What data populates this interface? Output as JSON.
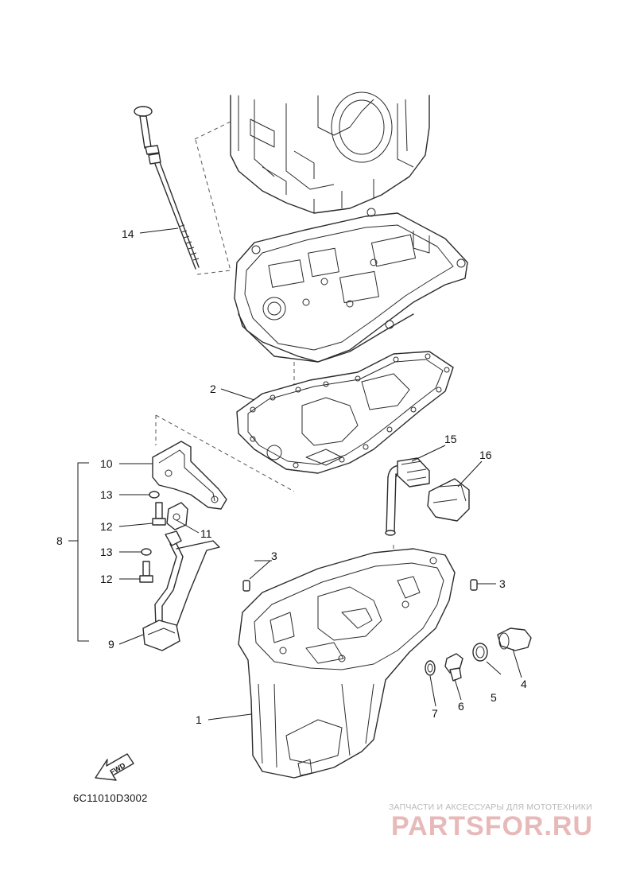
{
  "diagram": {
    "part_numbers": [
      "1",
      "2",
      "3",
      "3",
      "4",
      "5",
      "6",
      "7",
      "8",
      "9",
      "10",
      "11",
      "12",
      "12",
      "13",
      "13",
      "14",
      "15",
      "16"
    ],
    "fwd_label": "FWD",
    "drawing_code": "6C11010D3002"
  },
  "watermark": {
    "caption": "ЗАПЧАСТИ И АКСЕССУАРЫ ДЛЯ МОТОТЕХНИКИ",
    "brand": "PARTSFOR.RU"
  }
}
